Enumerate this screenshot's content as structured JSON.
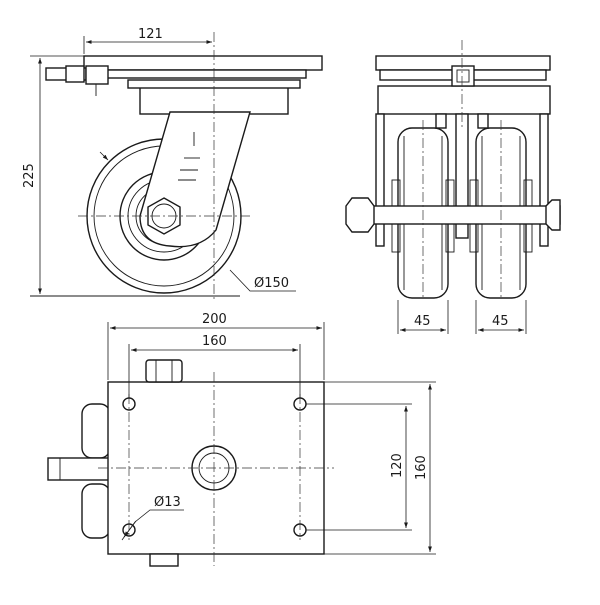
{
  "dimensions": {
    "mount_hole_spacing_top": "121",
    "overall_height": "225",
    "wheel_diameter": "Ø150",
    "wheel_width_left": "45",
    "wheel_width_right": "45",
    "plate_width": "200",
    "hole_spacing_width": "160",
    "hole_spacing_depth": "120",
    "plate_depth": "160",
    "hole_diameter": "Ø13"
  },
  "colors": {
    "line": "#1a1a1a",
    "background": "#ffffff"
  }
}
